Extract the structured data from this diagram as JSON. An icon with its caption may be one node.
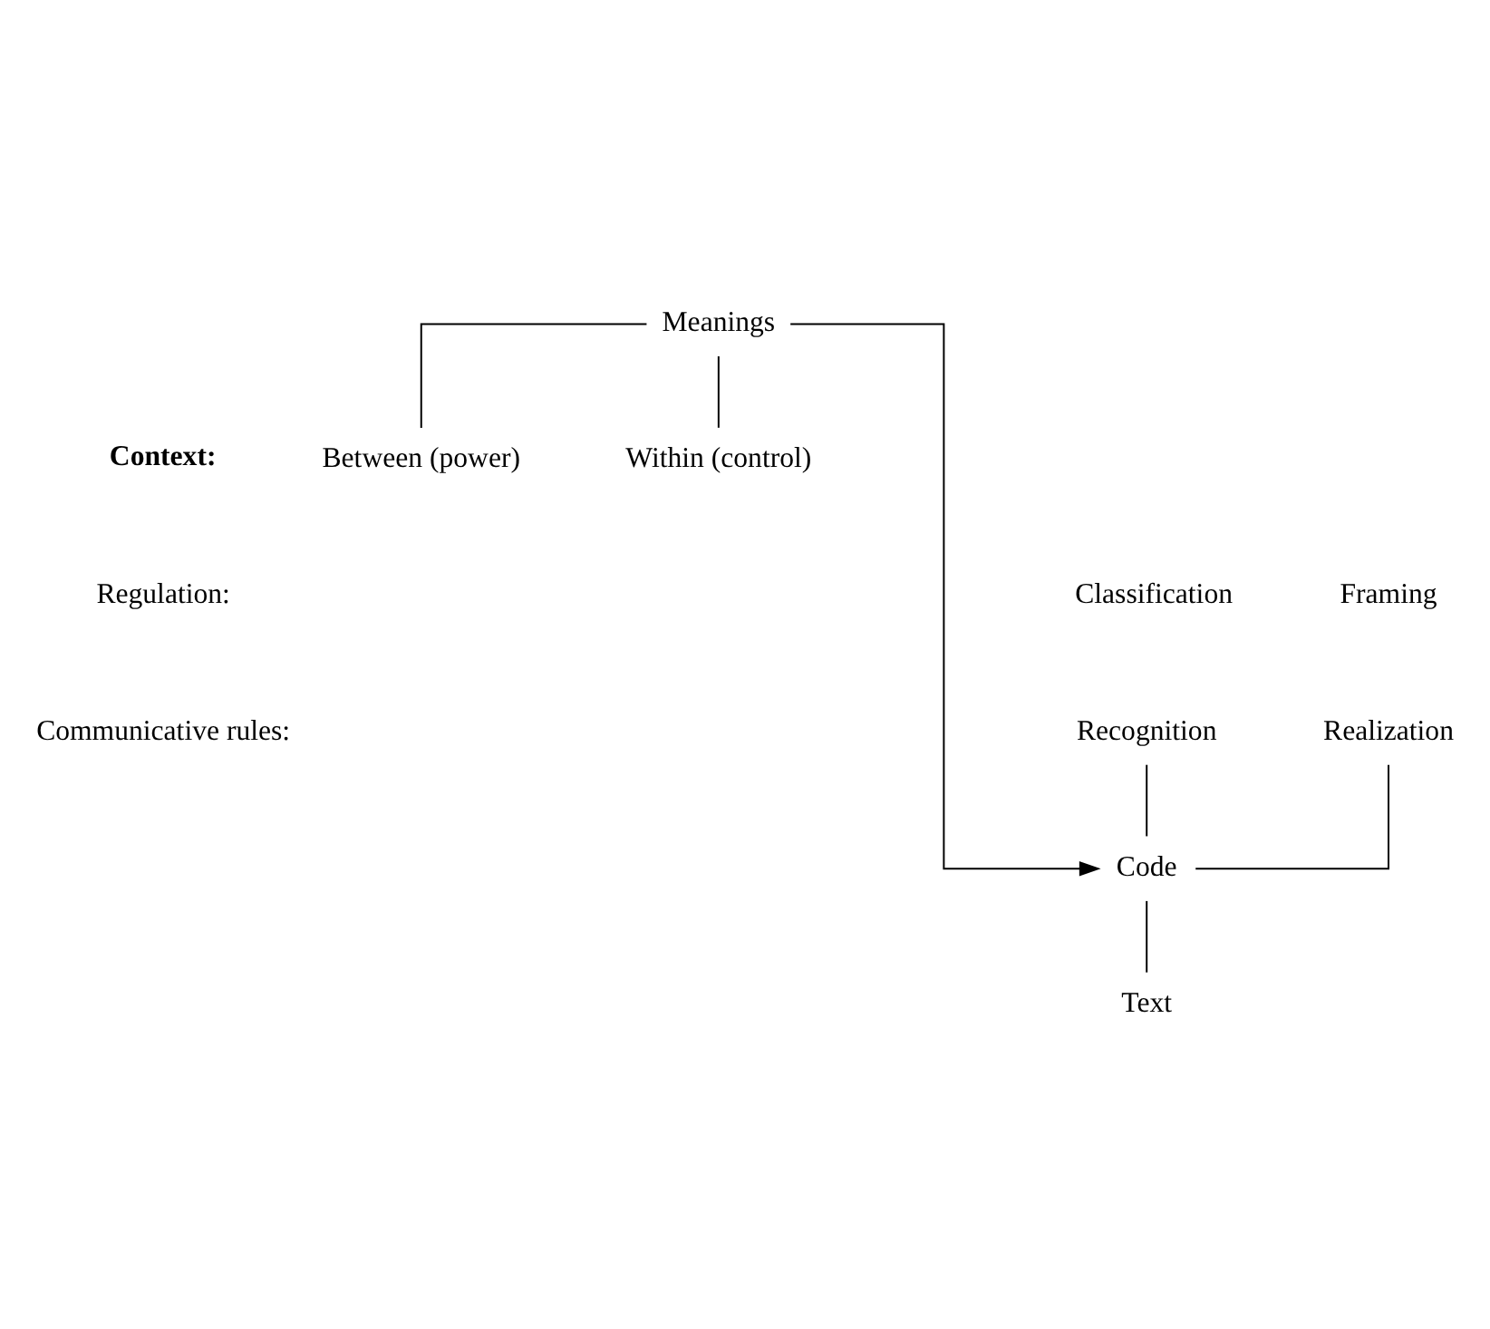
{
  "diagram": {
    "nodes": [
      {
        "text": [
          "Meanings"
        ]
      },
      {
        "text": [
          "Between (power)"
        ]
      },
      {
        "text": [
          "Within (control)"
        ]
      },
      {
        "text": [
          "Classification"
        ]
      },
      {
        "text": [
          "Framing"
        ]
      },
      {
        "text": [
          "Recognition"
        ]
      },
      {
        "text": [
          "Realization"
        ]
      },
      {
        "text": [
          "Code"
        ]
      },
      {
        "text": [
          "Text"
        ]
      }
    ],
    "edges": [
      {
        "from": 0,
        "to": 1,
        "arrow": "none"
      },
      {
        "from": 0,
        "to": 2,
        "arrow": "none"
      },
      {
        "from": 0,
        "to": 7,
        "arrow": "to"
      },
      {
        "from": 5,
        "to": 7,
        "arrow": "none"
      },
      {
        "from": 6,
        "to": 7,
        "arrow": "none"
      },
      {
        "from": 7,
        "to": 8,
        "arrow": "none"
      }
    ],
    "labels": [
      "Context:",
      "Regulation:",
      "Communicative rules:"
    ]
  }
}
